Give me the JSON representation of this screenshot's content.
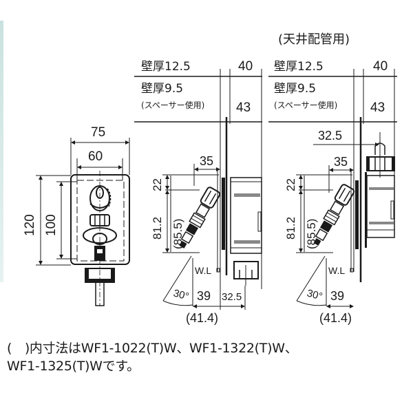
{
  "colors": {
    "ink": "#1a1a1a",
    "background": "#ffffff",
    "edge_strip": "#c9e2df"
  },
  "front_view": {
    "dims": {
      "outer_width": "75",
      "inner_width": "60",
      "outer_height": "120",
      "inner_height": "100"
    }
  },
  "side_view_left": {
    "wall_thick_1": "壁厚12.5",
    "wall_thick_2": "壁厚9.5",
    "spacer_note": "(スペーサー使用)",
    "depth_1": "40",
    "depth_2": "43",
    "offset_35": "35",
    "v_22": "22",
    "v_812": "81.2",
    "v_855": "(85.5)",
    "wl": "W.L",
    "angle": "30°",
    "h_39": "39",
    "h_325": "32.5",
    "h_414": "(41.4)"
  },
  "side_view_right": {
    "title": "(天井配管用)",
    "wall_thick_1": "壁厚12.5",
    "wall_thick_2": "壁厚9.5",
    "spacer_note": "(スペーサー使用)",
    "depth_1": "40",
    "depth_2": "43",
    "top_325": "32.5",
    "offset_35": "35",
    "v_22": "22",
    "v_812": "81.2",
    "v_855": "(85.5)",
    "wl": "W.L",
    "angle": "30°",
    "h_39": "39",
    "h_414": "(41.4)"
  },
  "caption": {
    "line1": "(　)内寸法はWF1-1022(T)W、WF1-1322(T)W、",
    "line2": "WF1-1325(T)Wです。"
  }
}
